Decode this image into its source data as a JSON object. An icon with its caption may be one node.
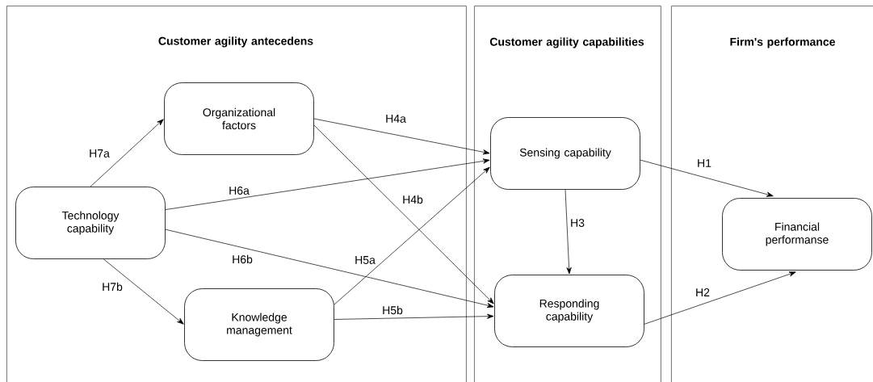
{
  "diagram": {
    "nodes": [
      {
        "text": [
          "Customer agility antecedens"
        ]
      },
      {
        "text": [
          "Customer agility capabilities"
        ]
      },
      {
        "text": [
          "Firm's performance"
        ]
      },
      {
        "text": [
          "Organizational factors"
        ],
        "in": 0
      },
      {
        "text": [
          "Technology capability"
        ],
        "in": 0
      },
      {
        "text": [
          "Knowledge management"
        ],
        "in": 0
      },
      {
        "text": [
          "Sensing capability"
        ],
        "in": 1
      },
      {
        "text": [
          "Responding capability"
        ],
        "in": 1
      },
      {
        "text": [
          "Financial performanse"
        ],
        "in": 2
      }
    ],
    "edges": [
      {
        "from": 4,
        "to": 3,
        "arrow": "to",
        "label": "H7a"
      },
      {
        "from": 3,
        "to": 6,
        "arrow": "to",
        "label": "H4a"
      },
      {
        "from": 3,
        "to": 7,
        "arrow": "to",
        "label": "H4b"
      },
      {
        "from": 4,
        "to": 6,
        "arrow": "to",
        "label": "H6a"
      },
      {
        "from": 4,
        "to": 7,
        "arrow": "to",
        "label": "H6b"
      },
      {
        "from": 4,
        "to": 5,
        "arrow": "to",
        "label": "H7b"
      },
      {
        "from": 5,
        "to": 6,
        "arrow": "to",
        "label": "H5a"
      },
      {
        "from": 5,
        "to": 7,
        "arrow": "to",
        "label": "H5b"
      },
      {
        "from": 6,
        "to": 7,
        "arrow": "to",
        "label": "H3"
      },
      {
        "from": 6,
        "to": 8,
        "arrow": "to",
        "label": "H1"
      },
      {
        "from": 7,
        "to": 8,
        "arrow": "to",
        "label": "H2"
      }
    ]
  }
}
